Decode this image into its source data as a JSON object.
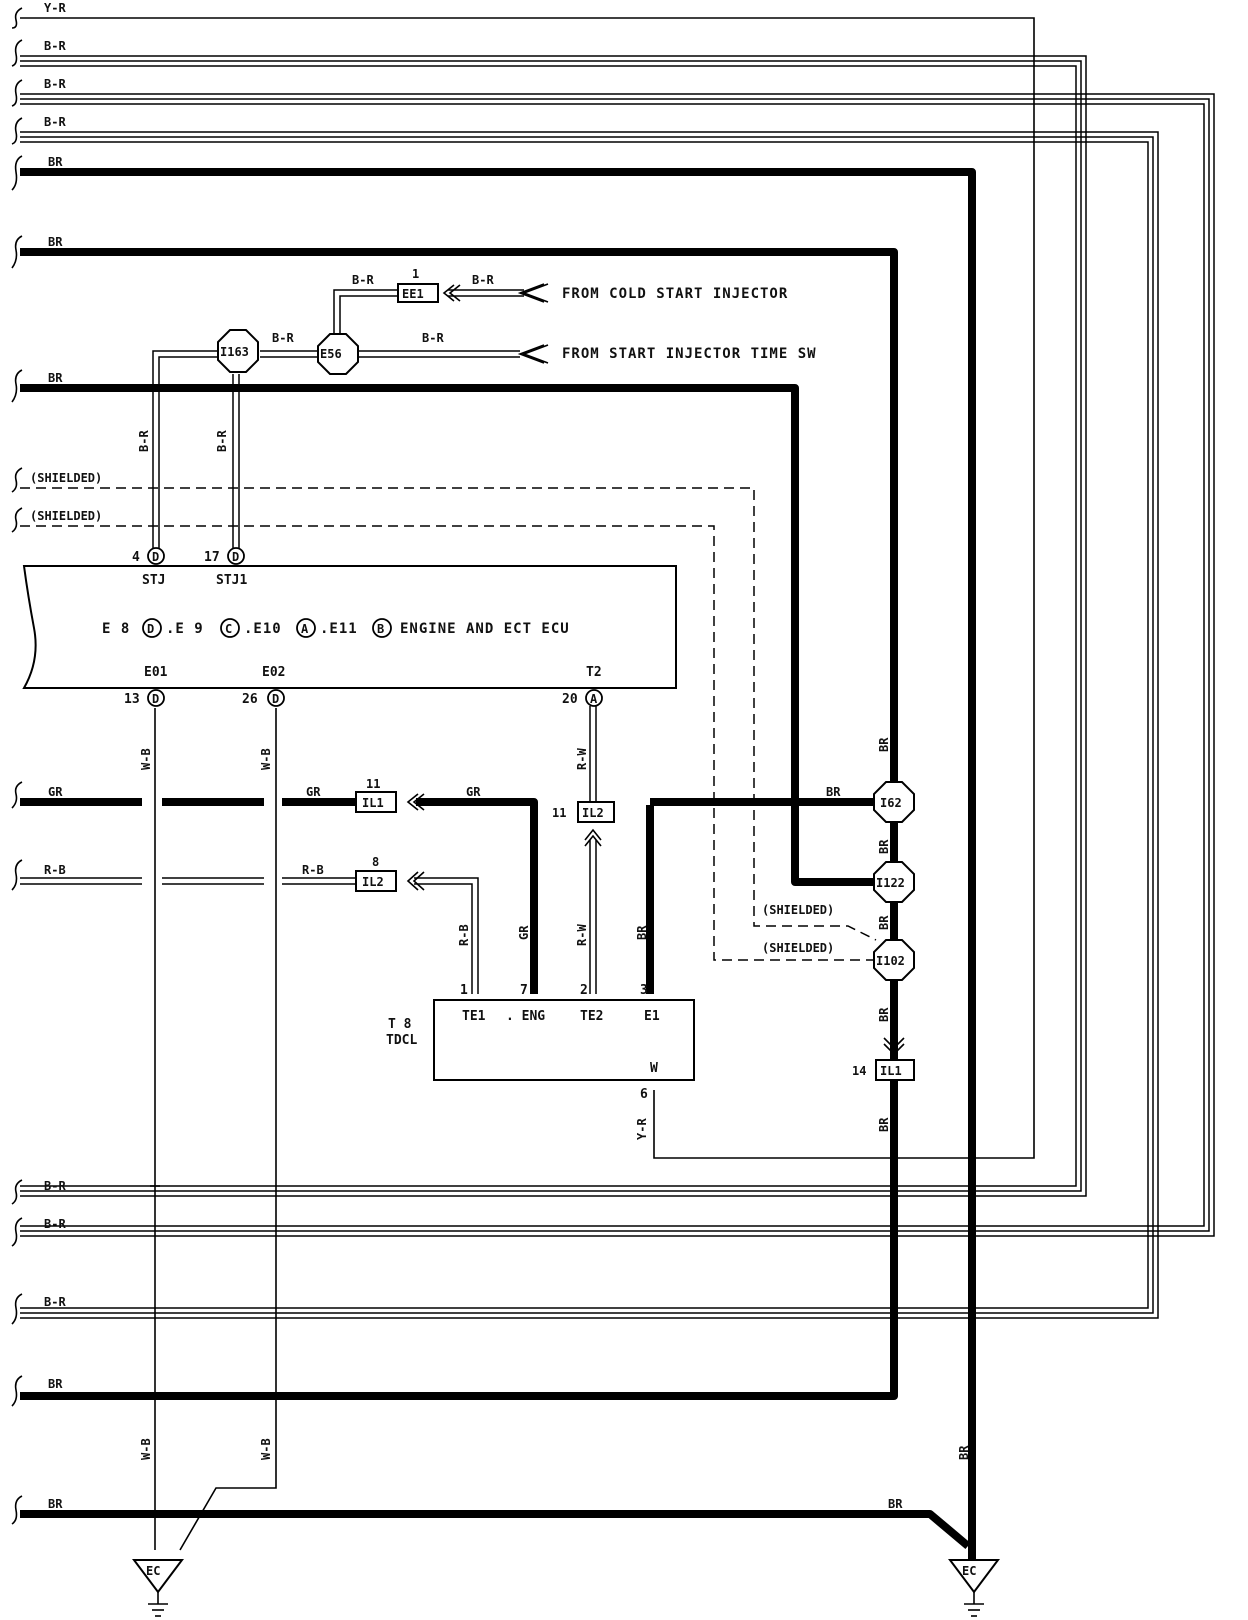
{
  "left_wires": [
    {
      "label": "Y-R"
    },
    {
      "label": "B-R"
    },
    {
      "label": "B-R"
    },
    {
      "label": "B-R"
    },
    {
      "label": "BR"
    },
    {
      "label": "BR"
    },
    {
      "label": "BR"
    },
    {
      "label": "(SHIELDED)"
    },
    {
      "label": "(SHIELDED)"
    },
    {
      "label": "GR"
    },
    {
      "label": "R-B"
    },
    {
      "label": "B-R"
    },
    {
      "label": "B-R"
    },
    {
      "label": "B-R"
    },
    {
      "label": "BR"
    },
    {
      "label": "BR"
    }
  ],
  "top_harness": {
    "ee1": {
      "name": "EE1",
      "pin": "1"
    },
    "e56": "E56",
    "i163": "I163",
    "wire_b_r": "B-R",
    "cold_start": "FROM COLD START INJECTOR",
    "start_time_sw": "FROM START INJECTOR TIME SW"
  },
  "ecu": {
    "title": "E 8 (D) .E 9 (C) .E10 (A) .E11 (B) ENGINE AND ECT ECU",
    "title_parts": {
      "e8": "E 8",
      "d": "D",
      "e9": ".E 9",
      "c": "C",
      "e10": ".E10",
      "a": "A",
      "e11": ".E11",
      "b": "B",
      "name": "ENGINE AND ECT ECU"
    },
    "top_pins": [
      {
        "num": "4",
        "conn": "D",
        "name": "STJ"
      },
      {
        "num": "17",
        "conn": "D",
        "name": "STJ1"
      }
    ],
    "bottom_pins": [
      {
        "num": "13",
        "conn": "D",
        "name": "E01"
      },
      {
        "num": "26",
        "conn": "D",
        "name": "E02"
      },
      {
        "num": "20",
        "conn": "A",
        "name": "T2"
      }
    ]
  },
  "tdcl": {
    "id": "T 8",
    "name": "TDCL",
    "pins": [
      {
        "num": "1",
        "name": "TE1"
      },
      {
        "num": "7",
        "name": ". ENG"
      },
      {
        "num": "2",
        "name": "TE2"
      },
      {
        "num": "3",
        "name": "E1"
      }
    ],
    "w_pin": {
      "num": "6",
      "name": "W"
    }
  },
  "connectors": {
    "il1_gr": {
      "name": "IL1",
      "pin": "11"
    },
    "il2_rb": {
      "name": "IL2",
      "pin": "8"
    },
    "il2_rw": {
      "name": "IL2",
      "pin": "11"
    },
    "il1_br": {
      "name": "IL1",
      "pin": "14"
    },
    "i62": "I62",
    "i122": "I122",
    "i102": "I102"
  },
  "wire_colors": {
    "w_b": "W-B",
    "r_w": "R-W",
    "gr": "GR",
    "r_b": "R-B",
    "br": "BR",
    "y_r": "Y-R",
    "b_r": "B-R",
    "shielded": "(SHIELDED)"
  },
  "grounds": {
    "left": "EC",
    "right": "EC"
  }
}
